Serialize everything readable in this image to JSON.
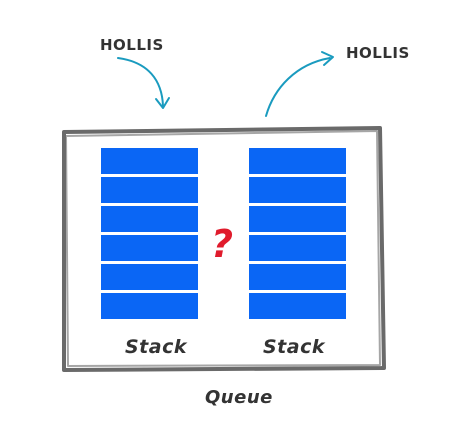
{
  "diagram": {
    "incoming_label": "HOLLIS",
    "outgoing_label": "HOLLIS",
    "question_mark": "?",
    "queue_label": "Queue",
    "stacks": [
      {
        "label": "Stack",
        "slots": 6
      },
      {
        "label": "Stack",
        "slots": 6
      }
    ],
    "colors": {
      "slot_fill": "#0a66f5",
      "arrow": "#1a9bbf",
      "question": "#e01b2c",
      "box_border": "#6a6a6a"
    },
    "icons": [
      "arrow-in-icon",
      "arrow-out-icon"
    ]
  }
}
